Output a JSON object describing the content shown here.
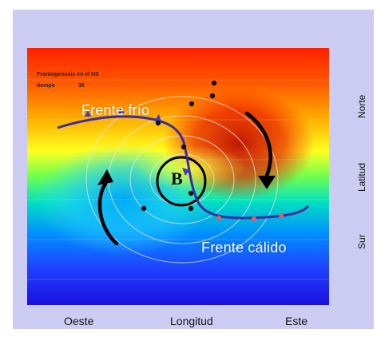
{
  "diagram": {
    "small_title": "Frontogenesis en el HS",
    "small_time_label": "tiempo",
    "small_time_value": "36",
    "cold_front_label": "Frente frío",
    "warm_front_label": "Frente cálido",
    "low_label": "B",
    "x_axis": {
      "left": "Oeste",
      "center": "Longitud",
      "right": "Este"
    },
    "y_axis": {
      "top": "Norte",
      "center": "Latitud",
      "bottom": "Sur"
    },
    "colors": {
      "background": "#ccccf2",
      "warm": "#ff0000",
      "cold": "#1020ff",
      "front_line": "#3d2ca0",
      "cold_front_marker": "#3b3fbf",
      "warm_front_marker": "#e06060"
    }
  }
}
